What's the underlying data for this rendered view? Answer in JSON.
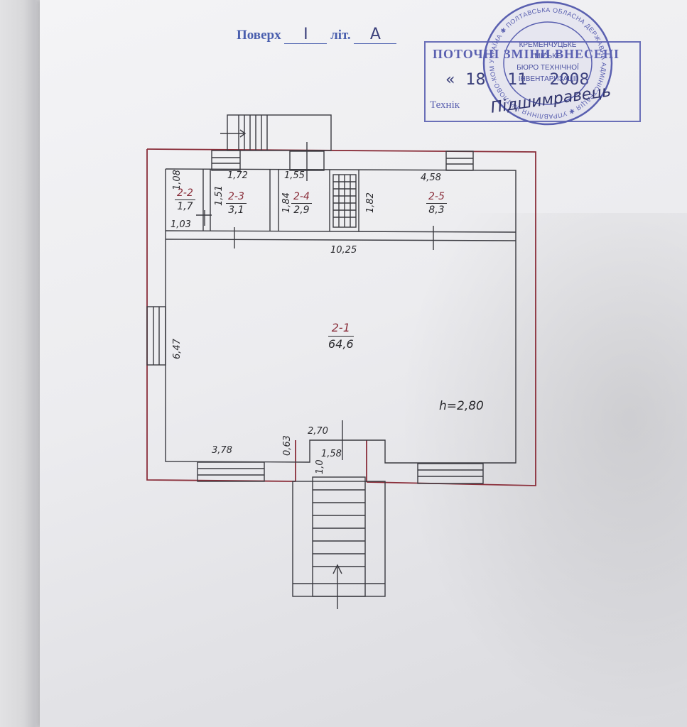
{
  "header": {
    "floor_label": "Поверх",
    "floor_value": "I",
    "letter_label": "літ.",
    "letter_value": "А"
  },
  "stamp": {
    "title": "ПОТОЧНІ ЗМІНИ ВНЕСЕНІ",
    "quote_open": "«",
    "date_day": "18",
    "date_month": "11",
    "date_year": "2008",
    "technician_label": "Технік",
    "signature": "Підшимравець",
    "seal_outer": "УКРАЇНА ✱ ПОЛТАВСЬКА ОБЛАСНА ДЕРЖАВНА АДМІНІСТРАЦІЯ ✱ УПРАВЛІННЯ ЖИТЛОВО-КОМУНАЛЬНОГО ГОСПОДАРСТВА ✱ КОМУНАЛЬНЕ ПІДПРИЄМСТВО",
    "seal_inner": [
      "КРЕМЕНЧУЦЬКЕ",
      "МІСЬКЕ",
      "БЮРО ТЕХНІЧНОЇ",
      "ІНВЕНТАРИЗАЦІЇ"
    ]
  },
  "rooms": [
    {
      "number": "2-1",
      "area": "64,6"
    },
    {
      "number": "2-2",
      "area": "1,7"
    },
    {
      "number": "2-3",
      "area": "3,1"
    },
    {
      "number": "2-4",
      "area": "2,9"
    },
    {
      "number": "2-5",
      "area": "8,3"
    }
  ],
  "dimensions": {
    "d_1_08": "1,08",
    "d_1_72": "1,72",
    "d_1_55": "1,55",
    "d_4_58": "4,58",
    "d_1_51": "1,51",
    "d_1_84": "1,84",
    "d_1_82": "1,82",
    "d_1_03": "1,03",
    "d_10_25": "10,25",
    "d_6_47": "6,47",
    "d_3_78": "3,78",
    "d_0_63": "0,63",
    "d_2_70": "2,70",
    "d_1_58": "1,58",
    "d_1_0": "1,0"
  },
  "height": "h=2,80",
  "colors": {
    "ink_blue": "#4a5fae",
    "stamp_violet": "#5a60b0",
    "outer_wall": "#8a2e3a",
    "line": "#3a3a40"
  }
}
